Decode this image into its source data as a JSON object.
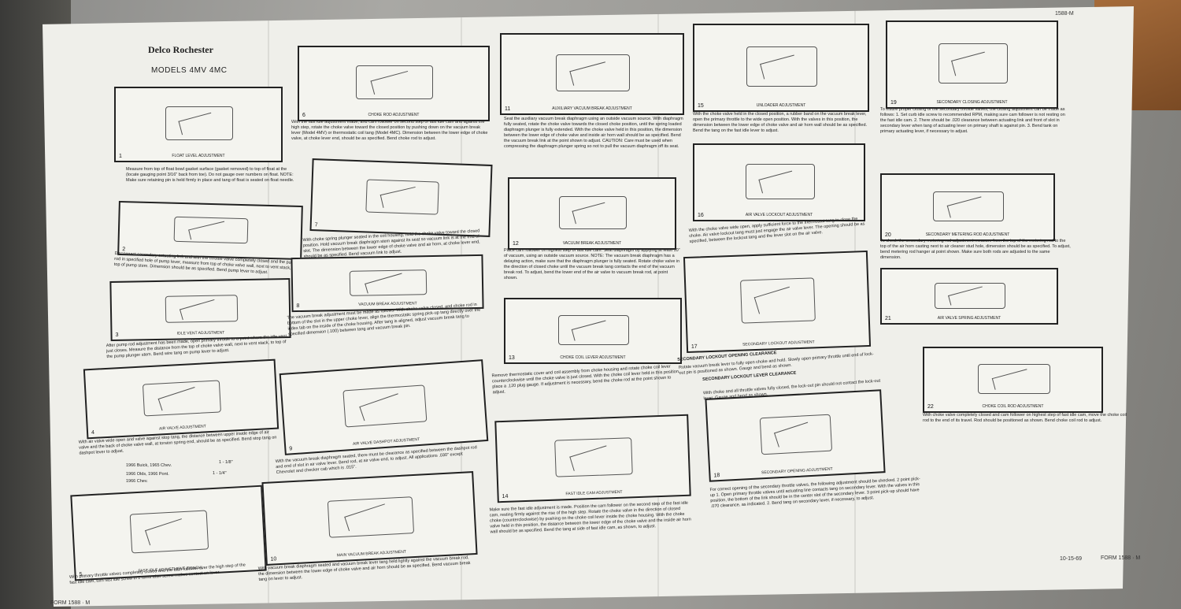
{
  "header": {
    "form_id": "1588-M",
    "brand": "Delco Rochester",
    "models": "MODELS 4MV 4MC"
  },
  "panels": [
    {
      "n": "1",
      "title": "FLOAT LEVEL ADJUSTMENT",
      "text": "Measure from top of float bowl gasket surface (gasket removed) to top of float at the (locate gauging point 3/16\" back from toe). Do not gauge over numbers on float. NOTE: Make sure retaining pin is held firmly in place and tang of float is seated on float needle."
    },
    {
      "n": "2",
      "title": "",
      "text": "Disconnect secondary actuating link and with the throttle valve completely closed and the pump rod in specified hole of pump lever, measure from top of choke valve wall, next to vent stack, to top of pump stem. Dimension should be as specified. Bend pump lever to adjust."
    },
    {
      "n": "3",
      "title": "IDLE VENT ADJUSTMENT",
      "text": "After pump rod adjustment has been made, open primary throttle to a point where the idle vent just closes. Measure the distance from the top of choke valve wall, next to vent stack, to top of the pump plunger stem. Bend wire tang on pump lever to adjust."
    },
    {
      "n": "4",
      "title": "AIR VALVE ADJUSTMENT",
      "text": "With air valve wide open and valve against stop tang, the distance between upper inside edge of air valve and the back of choke valve wall, at torsion spring end, should be as specified. Bend stop tang on dashpot lever to adjust."
    },
    {
      "n": "5",
      "title": "FAST IDLE ADJUSTMENT (BENCH)",
      "text": "With primary throttle valves completely closed and the cam follower over the high step of the fast idle cam, turn fast idle screw in 2 turns after screw makes contact on lever."
    },
    {
      "n": "6",
      "title": "CHOKE ROD ADJUSTMENT",
      "text": "With the fast idle adjustment made, and cam follower on second step of fast idle cam and against the high step, rotate the choke valve toward the closed position by pushing down on the vacuum break lever (Model 4MV) or thermostatic coil tang (Model 4MC). Dimension between the lower edge of choke valve, at choke lever end, should be as specified. Bend choke rod to adjust."
    },
    {
      "n": "7",
      "title": "",
      "text": "With choke spring plunger seated in the coil housing, hold the choke valve toward the closed position. Hold vacuum break diaphragm stem against its seat so vacuum link is at the end of slot. The dimension between the lower edge of choke valve and air horn, at choke lever end, should be as specified. Bend vacuum link to adjust."
    },
    {
      "n": "8",
      "title": "VACUUM BREAK ADJUSTMENT",
      "text": "The vacuum break adjustment must be made as follows: With choke valve closed, and choke rod in bottom of the slot in the upper choke lever, align the thermostatic spring pick-up tang directly over the index tab on the inside of the choke housing. After tang is aligned, adjust vacuum break tang to specified dimension (.100) between tang and vacuum break pin."
    },
    {
      "n": "9",
      "title": "AIR VALVE DASHPOT ADJUSTMENT",
      "text": "With the vacuum break diaphragm seated, there must be clearance as specified between the dashpot rod and end of slot in air valve lever. Bend rod, at air valve end, to adjust. All applications .030\" except Chevrolet and checker cab which is .015\"."
    },
    {
      "n": "10",
      "title": "MAIN VACUUM BREAK ADJUSTMENT",
      "text": "With vacuum break diaphragm seated and vacuum break lever tang held lightly against the vacuum break rod, the dimension between the lower edge of choke valve and air horn should be as specified. Bend vacuum break tang on lever to adjust."
    },
    {
      "n": "11",
      "title": "AUXILIARY VACUUM BREAK ADJUSTMENT",
      "text": "Seat the auxiliary vacuum break diaphragm using an outside vacuum source. With diaphragm fully seated, rotate the choke valve towards the closed choke position, until the spring loaded diaphragm plunger is fully extended. With the choke valve held in this position, the dimension between the lower edge of choke valve and inside air horn wall should be as specified. Bend the vacuum break link at the point shown to adjust. CAUTION: Care must be used when compressing the diaphragm plunger spring so not to pull the vacuum diaphragm off its seat."
    },
    {
      "n": "12",
      "title": "VACUUM BREAK ADJUSTMENT",
      "text": "Place cam follower on highest step of fast idle cam. Seat diaphragm by applying at least 10\" of vacuum, using an outside vacuum source. NOTE: The vacuum break diaphragm has a delaying action, make sure that the diaphragm plunger is fully seated. Rotate choke valve in the direction of closed choke until the vacuum break tang contacts the end of the vacuum break rod. To adjust, bend the lower end of the air valve to vacuum break rod, at point shown."
    },
    {
      "n": "13",
      "title": "CHOKE COIL LEVER ADJUSTMENT",
      "text": "Remove thermostatic cover and coil assembly from choke housing and rotate choke coil lever counterclockwise until the choke valve is just closed. With the choke coil lever held in this position, place a .120 plug gauge. If adjustment is necessary, bend the choke rod at the point shown to adjust."
    },
    {
      "n": "14",
      "title": "FAST IDLE CAM ADJUSTMENT",
      "text": "Make sure the fast idle adjustment is made. Position the cam follower on the second step of the fast idle cam, resting firmly against the rise of the high step. Rotate the choke valve in the direction of closed choke (counterclockwise) by pushing on the choke coil lever inside the choke housing. With the choke valve held in this position, the distance between the lower edge of the choke valve and the inside air horn wall should be as specified. Bend the tang at side of fast idle cam, as shown, to adjust."
    },
    {
      "n": "15",
      "title": "UNLOADER ADJUSTMENT",
      "text": "With the choke valve held in the closed position, a rubber band on the vacuum break lever, open the primary throttle to the wide open position. With the valves in this position, the dimension between the lower edge of choke valve and air horn wall should be as specified. Bend the tang on the fast idle lever to adjust."
    },
    {
      "n": "16",
      "title": "AIR VALVE LOCKOUT ADJUSTMENT",
      "text": "With the choke valve wide open, apply sufficient force to the thermostat tang to close the choke. Air valve lockout tang must just engage the air valve lever. The opening should be as specified, between the lockout tang and the lever slot on the air valve."
    },
    {
      "n": "17",
      "title": "SECONDARY LOCKOUT ADJUSTMENT",
      "text": ""
    },
    {
      "n": "18",
      "title": "SECONDARY OPENING ADJUSTMENT",
      "text": "For correct opening of the secondary throttle valves, the following adjustment should be checked. 2 point pick-up 1. Open primary throttle valves until actuating line contacts tang on secondary lever. With the valves in this position, the bottom of the link should be in the center slot of the secondary lever. 3 point pick-up should have .070 clearance, as indicated. 2. Bend tang on secondary lever, if necessary, to adjust."
    },
    {
      "n": "19",
      "title": "SECONDARY CLOSING ADJUSTMENT",
      "text": "To insure proper closing of the secondary throttle valves, the closing adjustment can be made as follows: 1. Set curb idle screw to recommended RPM, making sure cam follower is not resting on the fast idle cam. 2. There should be .020 clearance between actuating link and front of slot in secondary lever when tang of actuating lever on primary shaft is against pin. 3. Bend tank on primary actuating lever, if necessary to adjust."
    },
    {
      "n": "20",
      "title": "SECONDARY METERING ROD ADJUSTMENT",
      "text": "To check the secondary metering rod adjustment measure from the top of the metering rod to the top of the air horn casting next to air cleaner stud hole, dimension should be as specified. To adjust, bend metering rod hanger at point shown. Make sure both rods are adjusted to the same dimension."
    },
    {
      "n": "21",
      "title": "AIR VALVE SPRING ADJUSTMENT",
      "text": ""
    },
    {
      "n": "22",
      "title": "CHOKE COIL ROD ADJUSTMENT",
      "text": "With choke valve completely closed and cam follower on highest step of fast idle cam, move the choke coil rod to the end of its travel. Rod should be positioned as shown. Bend choke coil rod to adjust."
    }
  ],
  "clearance": {
    "title": "SECONDARY LOCKOUT OPENING CLEARANCE",
    "text": "Rotate vacuum break lever to fully open choke and hold. Slowly open primary throttle until end of lock-out pin is positioned as shown. Gauge and bend as shown.",
    "title2": "SECONDARY LOCKOUT LEVER CLEARANCE",
    "text2": "With choke and all throttle valves fully closed, the lock-out pin should not contact the lock-out lever. Gauge and bend as shown."
  },
  "specs": {
    "line1": "1966 Buick, 1965 Chev.",
    "val1": "1 - 1/8\"",
    "line2": "1966 Olds, 1966 Pont.",
    "val2": "1 - 1/4\"",
    "line3": "1966 Chev."
  },
  "footer": {
    "date": "10-15-69",
    "form": "FORM 1588 · M",
    "left": "FORM 1588 · M"
  }
}
